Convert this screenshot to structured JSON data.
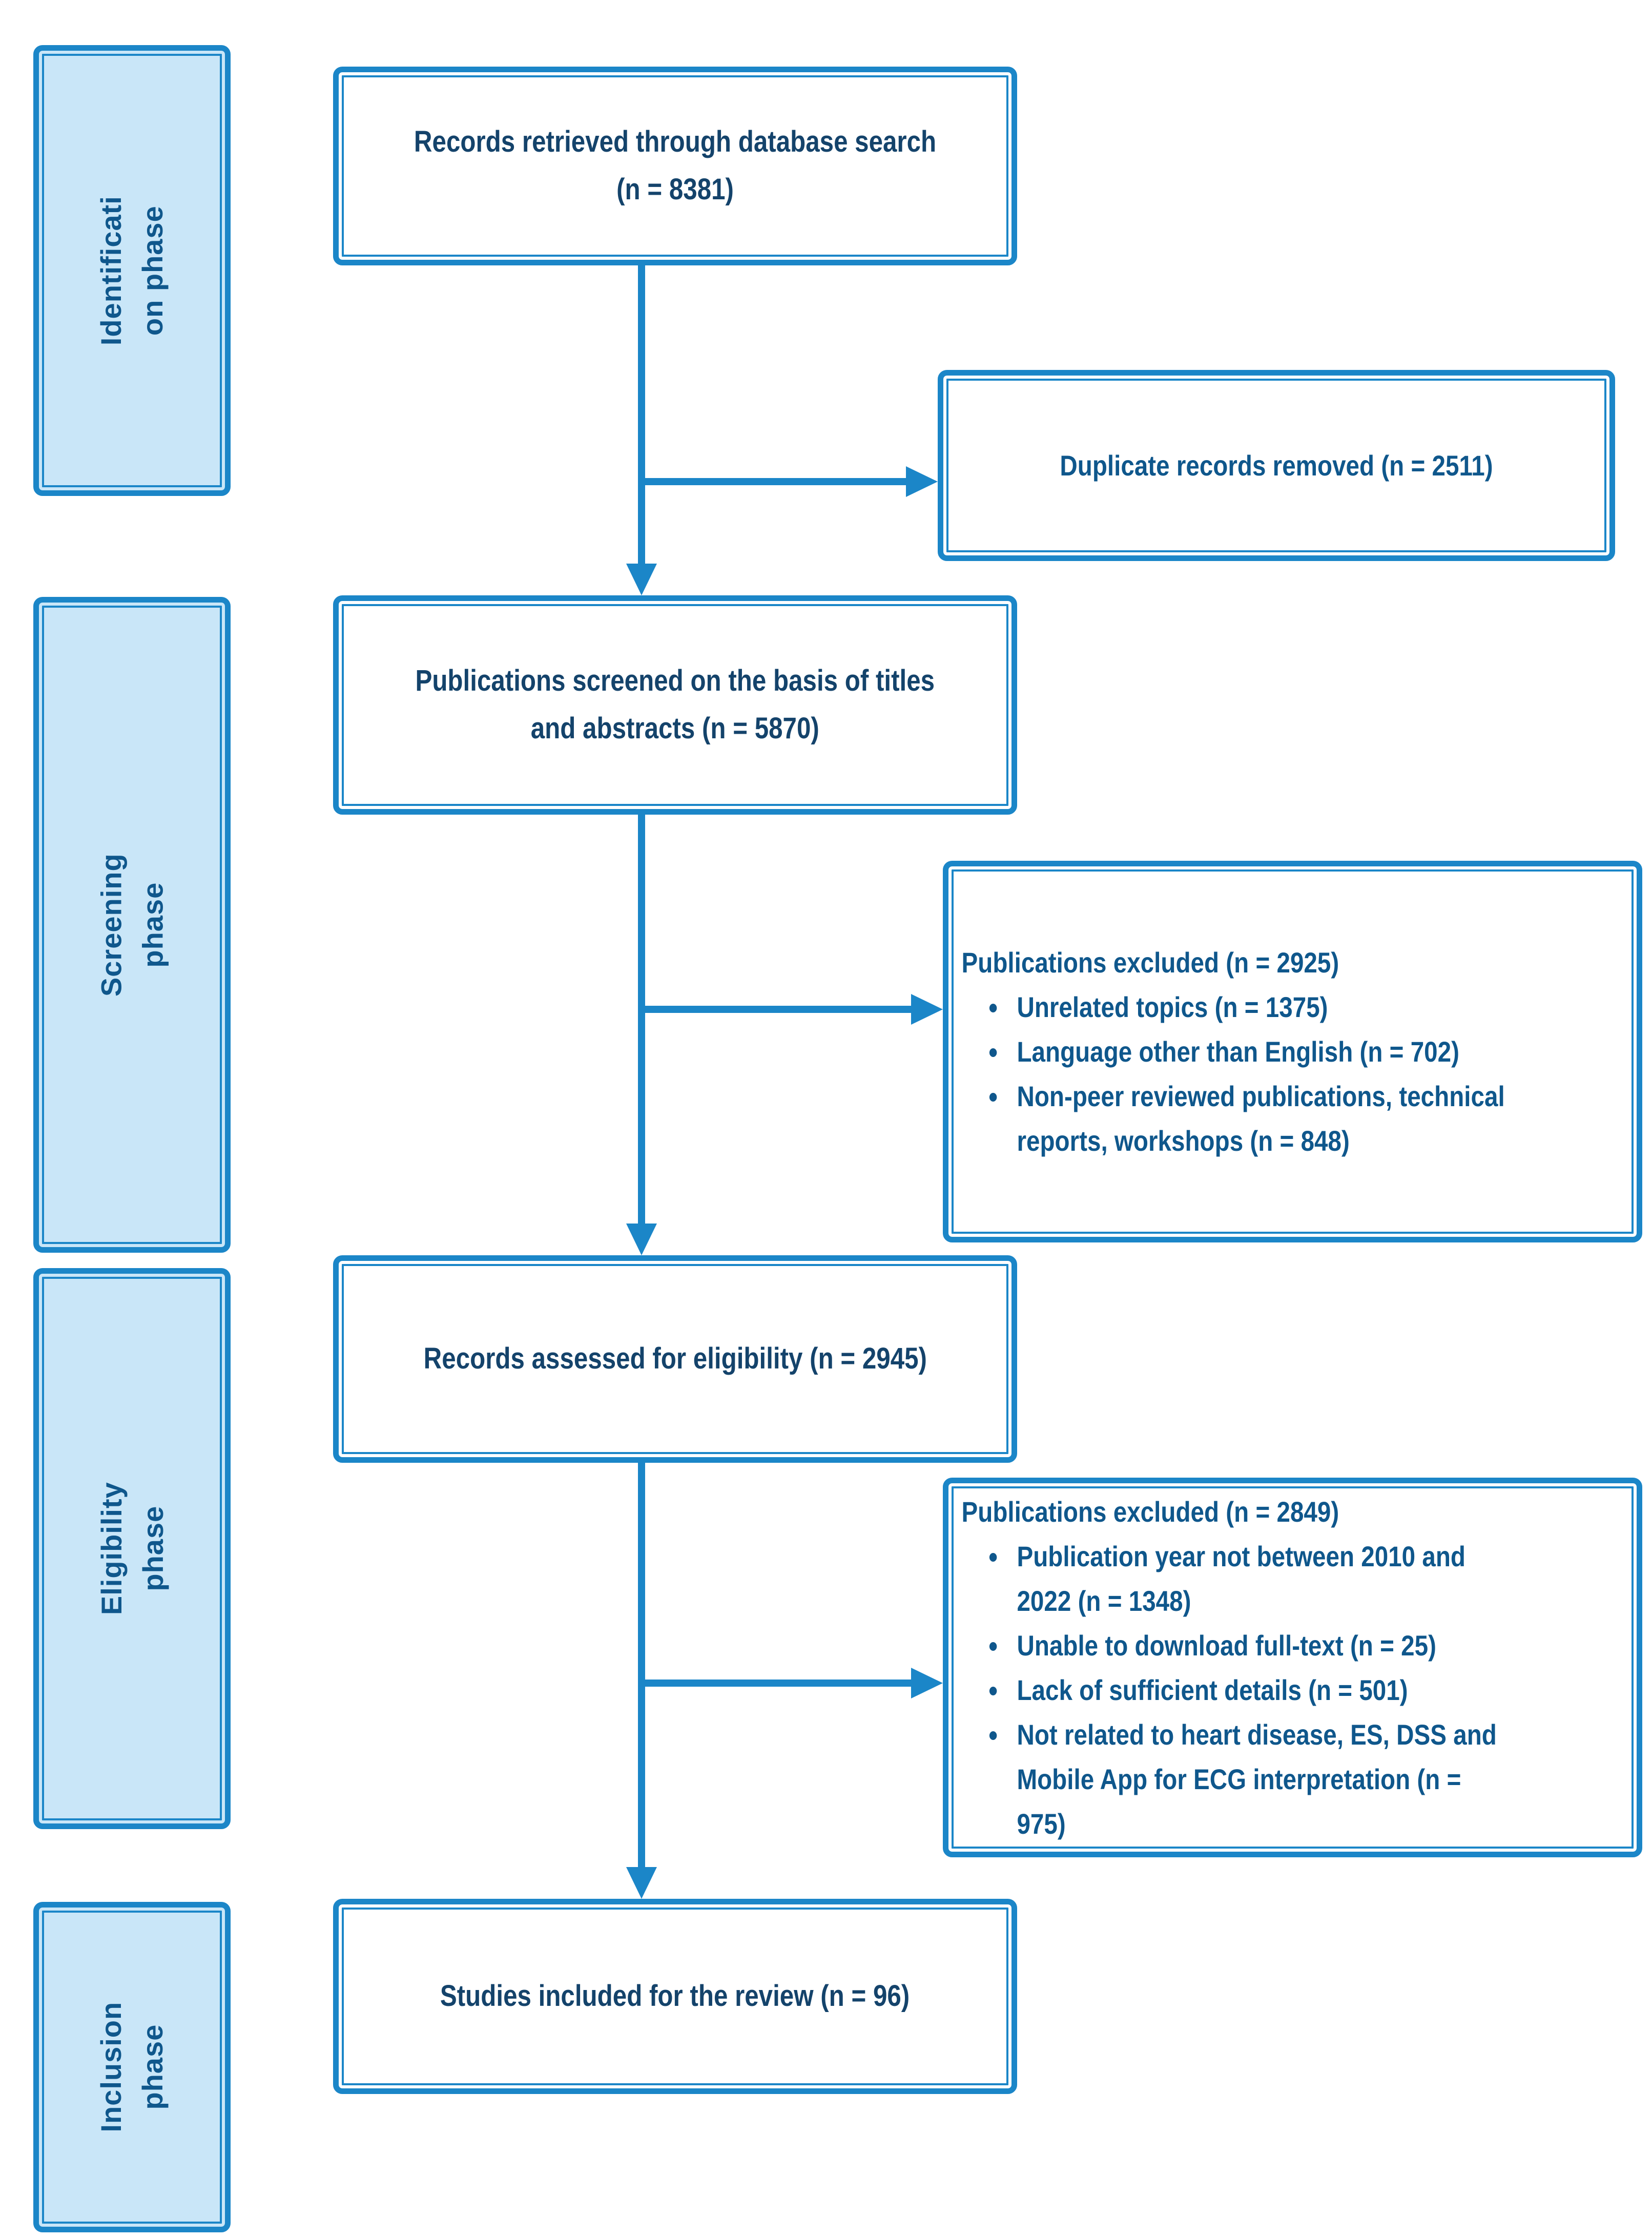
{
  "colors": {
    "accent_blue": "#1B86C8",
    "sidebar_fill": "#C9E6F8",
    "main_text": "#14436B",
    "side_text": "#0F578C"
  },
  "phases": [
    {
      "line1": "Identificati",
      "line2": "on phase"
    },
    {
      "line1": "Screening",
      "line2": "phase"
    },
    {
      "line1": "Eligibility",
      "line2": "phase"
    },
    {
      "line1": "Inclusion",
      "line2": "phase"
    }
  ],
  "flow_boxes": [
    {
      "line1": "Records retrieved through database search",
      "line2": "(n = 8381)"
    },
    {
      "line1": "Publications screened on the basis of titles",
      "line2": "and abstracts (n = 5870)"
    },
    {
      "line1": "Records assessed for eligibility (n = 2945)",
      "line2": ""
    },
    {
      "line1": "Studies included for the review (n = 96)",
      "line2": ""
    }
  ],
  "side_boxes": [
    {
      "title": "Duplicate records removed (n = 2511)",
      "bullets": []
    },
    {
      "title": "Publications excluded (n = 2925)",
      "bullets": [
        "Unrelated topics (n = 1375)",
        "Language other than English (n = 702)",
        "Non-peer reviewed publications, technical reports, workshops (n = 848)"
      ]
    },
    {
      "title": "Publications excluded (n = 2849)",
      "bullets": [
        "Publication year not between 2010 and 2022 (n = 1348)",
        "Unable to download full-text (n = 25)",
        "Lack of sufficient details (n = 501)",
        "Not related to heart disease, ES, DSS and Mobile App for ECG interpretation  (n = 975)"
      ]
    }
  ]
}
